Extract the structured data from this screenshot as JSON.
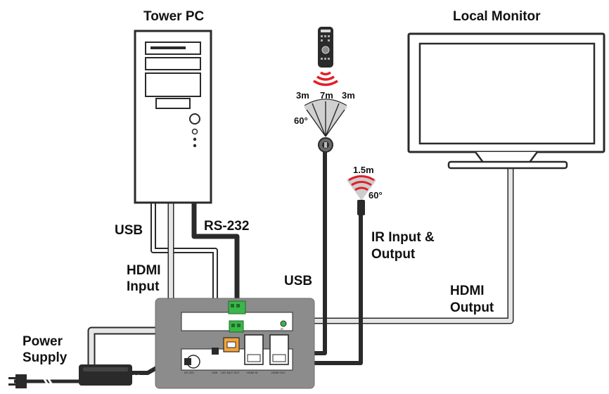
{
  "labels": {
    "tower_pc": "Tower PC",
    "local_monitor": "Local Monitor",
    "usb_left": "USB",
    "rs232": "RS-232",
    "hdmi_input_1": "HDMI",
    "hdmi_input_2": "Input",
    "usb_center": "USB",
    "ir_line1": "IR Input &",
    "ir_line2": "Output",
    "hdmi_output_1": "HDMI",
    "hdmi_output_2": "Output",
    "power_1": "Power",
    "power_2": "Supply"
  },
  "ir_receiver": {
    "dist_left": "3m",
    "dist_center": "7m",
    "dist_right": "3m",
    "angle": "60°"
  },
  "ir_emitter": {
    "distance": "1.5m",
    "angle": "60°"
  },
  "device_ports": {
    "dc": "DC 20V",
    "usb": "USB",
    "catout": "CAT 6A/7 OUT",
    "hdmi_in": "HDMI IN",
    "hdmi_out": "HDMI OUT",
    "ir": "IR"
  },
  "colors": {
    "cable_dark": "#2a2a2a",
    "cable_light": "#e6e6e6",
    "device_body": "#8c8c8c",
    "terminal_green": "#3cb54a",
    "ir_red": "#e41e26",
    "cone_gray": "#c8c8c8",
    "ethernet_orange": "#f2a33a"
  }
}
